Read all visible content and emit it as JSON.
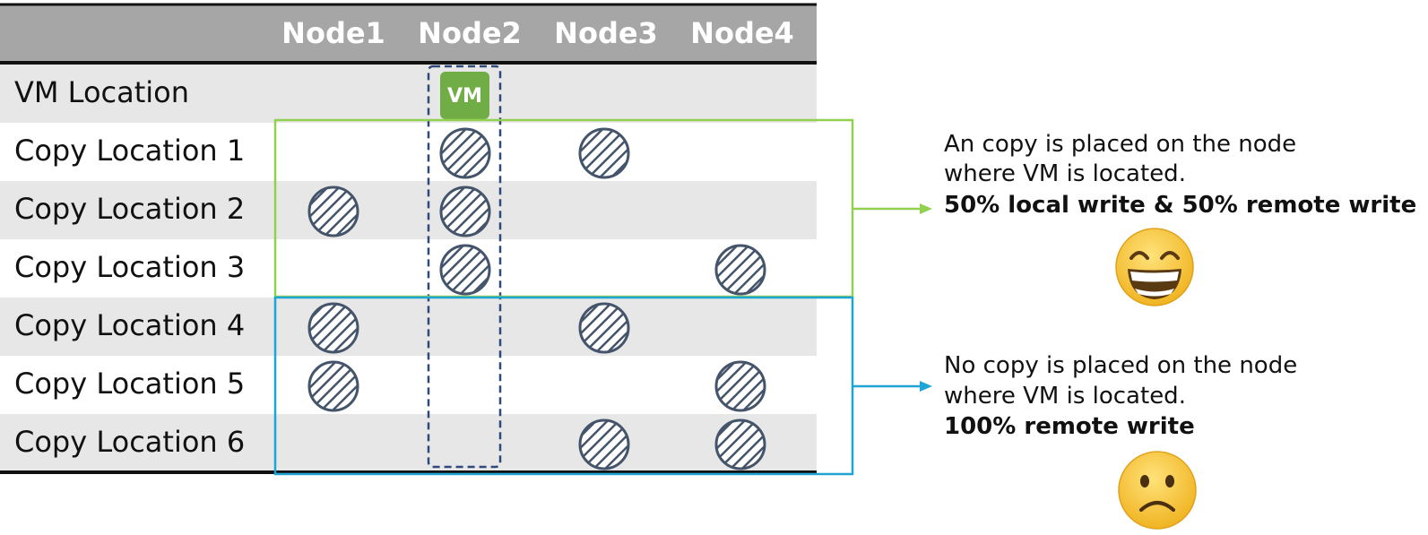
{
  "table": {
    "header_bg": "#a6a6a6",
    "row_alt_bg": "#e7e7e7",
    "nodes": [
      "Node1",
      "Node2",
      "Node3",
      "Node4"
    ],
    "vm_label": "VM",
    "vm_node": "Node2",
    "vm_color": "#70ad47",
    "rows": [
      {
        "label": "VM Location",
        "copies": []
      },
      {
        "label": "Copy Location 1",
        "copies": [
          "Node2",
          "Node3"
        ]
      },
      {
        "label": "Copy Location 2",
        "copies": [
          "Node1",
          "Node2"
        ]
      },
      {
        "label": "Copy Location 3",
        "copies": [
          "Node2",
          "Node4"
        ]
      },
      {
        "label": "Copy Location 4",
        "copies": [
          "Node1",
          "Node3"
        ]
      },
      {
        "label": "Copy Location 5",
        "copies": [
          "Node1",
          "Node4"
        ]
      },
      {
        "label": "Copy Location 6",
        "copies": [
          "Node3",
          "Node4"
        ]
      }
    ]
  },
  "groups": [
    {
      "color": "#92d050",
      "rows": [
        "Copy Location 1",
        "Copy Location 2",
        "Copy Location 3"
      ],
      "note_lines": [
        "An copy is placed on the node",
        "where VM is located."
      ],
      "note_bold": "50% local write & 50% remote write",
      "emoji": "grinning-face"
    },
    {
      "color": "#1ea5d6",
      "rows": [
        "Copy Location 4",
        "Copy Location 5",
        "Copy Location 6"
      ],
      "note_lines": [
        "No copy is placed on the node",
        "where VM is located."
      ],
      "note_bold": "100% remote write",
      "emoji": "frowning-face"
    }
  ],
  "colors": {
    "disk_stroke": "#44546a",
    "vm_column_border": "#2f4a7a",
    "emoji_face": "#f7c32e"
  }
}
